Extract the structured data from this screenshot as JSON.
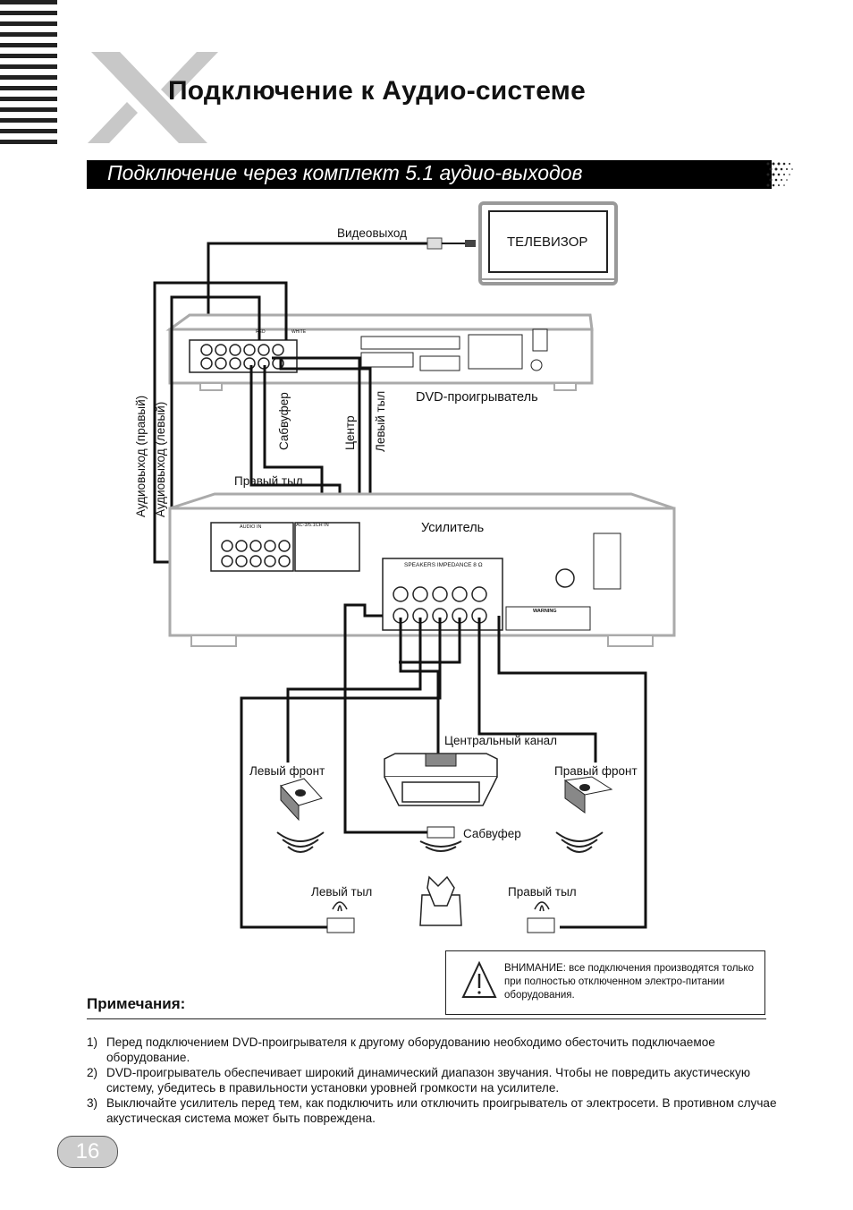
{
  "header": {
    "title": "Подключение к Аудио-системе",
    "section_title": "Подключение через комплект 5.1 аудио-выходов"
  },
  "diagram": {
    "tv_label": "ТЕЛЕВИЗОР",
    "video_out": "Видеовыход",
    "dvd_label": "DVD-проигрыватель",
    "amplifier_label": "Усилитель",
    "audio_right": "Аудиовыход (правый)",
    "audio_left": "Аудиовыход (левый)",
    "subwoofer_v": "Сабвуфер",
    "center_v": "Центр",
    "left_rear_v": "Левый тыл",
    "right_rear_h": "Правый тыл",
    "center_channel": "Центральный канал",
    "left_front": "Левый фронт",
    "right_front": "Правый фронт",
    "subwoofer": "Сабвуфер",
    "left_rear": "Левый тыл",
    "right_rear": "Правый тыл",
    "dvd_red": "RED",
    "dvd_white": "WHITE",
    "audio_in": "AUDIO IN",
    "ac3_in": "AC-3/5.1CH IN",
    "speakers_impedance": "SPEAKERS IMPEDANCE 8 Ω",
    "warning_small": "WARNING"
  },
  "warning": "ВНИМАНИЕ: все подключения производятся только при полностью отключенном электро-питании оборудования.",
  "notes": {
    "title": "Примечания:",
    "items": [
      {
        "num": "1)",
        "text": "Перед подключением DVD-проигрывателя к другому оборудованию необходимо обесточить подключаемое оборудование."
      },
      {
        "num": "2)",
        "text": "DVD-проигрыватель обеспечивает широкий динамический диапазон звучания. Чтобы не повредить акустическую систему, убедитесь в правильности установки уровней громкости на усилителе."
      },
      {
        "num": "3)",
        "text": "Выключайте усилитель перед тем, как подключить или отключить проигрыватель от электросети. В противном случае акустическая система может быть повреждена."
      }
    ]
  },
  "page_number": "16"
}
